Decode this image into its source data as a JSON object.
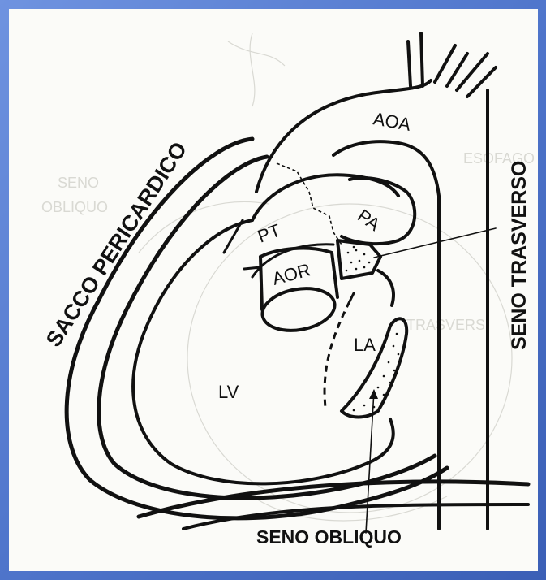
{
  "labels": {
    "aoa": "AOA",
    "pt": "PT",
    "pa": "PA",
    "aor": "AOR",
    "la": "LA",
    "lv": "LV",
    "sacco_pericardico": "SACCO PERICARDICO",
    "seno_trasverso": "SENO TRASVERSO",
    "seno_obliquo": "SENO OBLIQUO"
  },
  "colors": {
    "border": "#5a7fd2",
    "paper": "#fbfbf8",
    "ink": "#111111"
  }
}
